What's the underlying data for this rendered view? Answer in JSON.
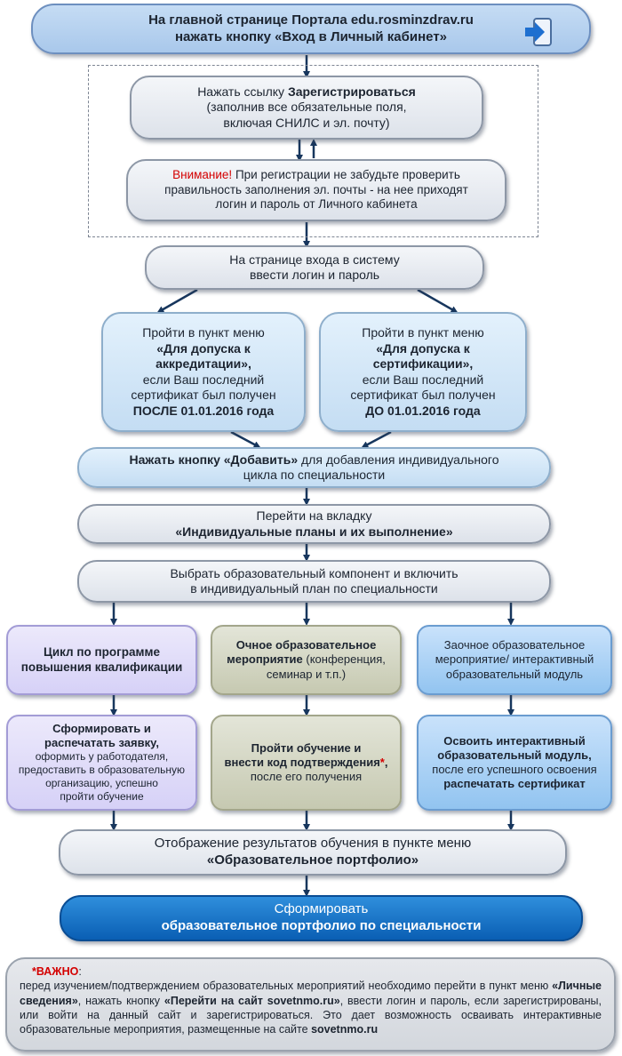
{
  "header": {
    "line1": "На главной странице Портала edu.rosminzdrav.ru",
    "line2": "нажать кнопку «Вход в Личный кабинет»"
  },
  "register": {
    "prefix": "Нажать ссылку ",
    "link": "Зарегистрироваться",
    "line2": "(заполнив все обязательные поля,",
    "line3": "включая СНИЛС и эл. почту)"
  },
  "warning": {
    "label": "Внимание!",
    "line1": " При регистрации не забудьте проверить",
    "line2": "правильность заполнения эл. почты - на нее приходят",
    "line3": "логин и пароль от Личного кабинета"
  },
  "login_step": {
    "line1": "На странице входа в систему",
    "line2": "ввести логин и пароль"
  },
  "accreditation": {
    "line1": "Пройти в пункт меню",
    "line2": "«Для допуска к",
    "line3": "аккредитации»,",
    "line4": "если Ваш последний",
    "line5": "сертификат был получен",
    "line6": "ПОСЛЕ  01.01.2016 года"
  },
  "certification": {
    "line1": "Пройти в пункт меню",
    "line2": "«Для допуска к",
    "line3": "сертификации»,",
    "line4": "если Ваш последний",
    "line5": "сертификат был получен",
    "line6": "ДО 01.01.2016 года"
  },
  "add_step": {
    "bold": "Нажать кнопку «Добавить»",
    "rest": " для добавления индивидуального",
    "line2": "цикла по специальности"
  },
  "tab_step": {
    "line1": "Перейти на вкладку",
    "line2": "«Индивидуальные планы и их выполнение»"
  },
  "choose_step": {
    "line1": "Выбрать образовательный компонент и включить",
    "line2": "в индивидуальный план по специальности"
  },
  "col1": {
    "title_line1": "Цикл по программе",
    "title_line2": "повышения квалификации",
    "act_line1": "Сформировать и",
    "act_line2": "распечатать заявку,",
    "act_line3": "оформить у работодателя,",
    "act_line4": "предоставить в образовательную",
    "act_line5": "организацию, успешно",
    "act_line6": "пройти обучение"
  },
  "col2": {
    "title_line1": "Очное образовательное",
    "title_line2_bold": "мероприятие",
    "title_line2_rest": " (конференция,",
    "title_line3": "семинар и т.п.)",
    "act_line1": "Пройти обучение и",
    "act_line2": "внести код подтверждения",
    "act_star": "*",
    "act_comma": ",",
    "act_line3": "после его получения"
  },
  "col3": {
    "title_line1": "Заочное образовательное",
    "title_line2": "мероприятие/ интерактивный",
    "title_line3": "образовательный модуль",
    "act_line1": "Освоить интерактивный",
    "act_line2": "образовательный модуль,",
    "act_line3": "после его успешного освоения",
    "act_line4": "распечатать сертификат"
  },
  "results_step": {
    "line1": "Отображение результатов обучения в пункте меню",
    "line2": "«Образовательное портфолио»"
  },
  "final_step": {
    "line1": "Сформировать",
    "line2": "образовательное портфолио по специальности"
  },
  "note": {
    "title": "*ВАЖНО",
    "colon": ":",
    "t1": "перед изучением/подтверждением образовательных мероприятий необходимо перейти в пункт меню ",
    "b1": "«Личные сведения»",
    "t2": ", нажать кнопку ",
    "b2": "«Перейти на сайт sovetnmo.ru»",
    "t3": ", ввести логин и пароль, если зарегистрированы, или войти на данный сайт и зарегистрироваться. Это дает возможность осваивать интерактивные образовательные мероприятия, размещенные на сайте ",
    "b3": "sovetnmo.ru"
  },
  "icons": [
    "login-icon",
    "arrow-down-icon"
  ],
  "colors": {
    "arrow": "#17365d",
    "header_fill": "#b7d1ef",
    "final_fill": "#1472c8",
    "warning_text": "#d40000"
  }
}
